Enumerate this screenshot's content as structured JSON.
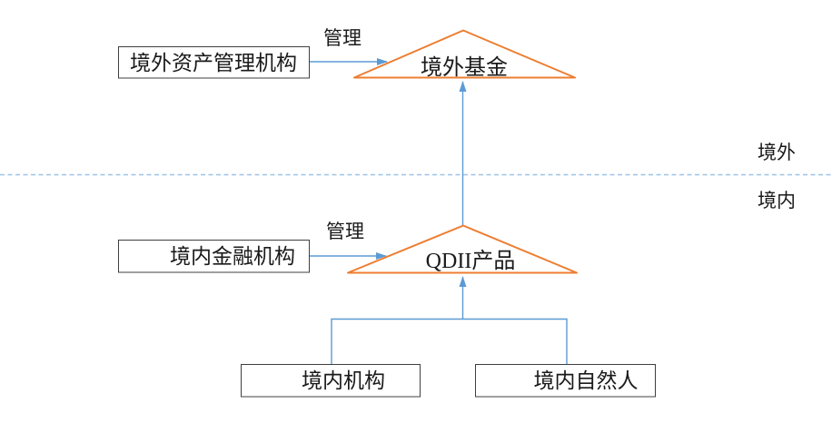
{
  "regions": {
    "offshore": "境外",
    "onshore": "境内"
  },
  "nodes": {
    "offshore_manager": {
      "label": "境外资产管理机构",
      "shape": "rect"
    },
    "offshore_fund": {
      "label": "境外基金",
      "shape": "triangle"
    },
    "domestic_financial": {
      "label": "境内金融机构",
      "shape": "rect"
    },
    "qdii_product": {
      "label": "QDII产品",
      "shape": "triangle"
    },
    "domestic_institution": {
      "label": "境内机构",
      "shape": "rect"
    },
    "domestic_individual": {
      "label": "境内自然人",
      "shape": "rect"
    }
  },
  "edges": {
    "offshore_manage": {
      "label": "管理",
      "from": "offshore_manager",
      "to": "offshore_fund"
    },
    "domestic_manage": {
      "label": "管理",
      "from": "domestic_financial",
      "to": "qdii_product"
    },
    "qdii_to_fund": {
      "label": "",
      "from": "qdii_product",
      "to": "offshore_fund"
    },
    "investors_to_qdii": {
      "label": "",
      "from": "domestic_institution + domestic_individual",
      "to": "qdii_product"
    }
  },
  "colors": {
    "triangle": "#ED7D31",
    "arrow": "#5B9BD5",
    "divider": "#9DC3E6",
    "box_border": "#3F3F3F",
    "text": "#1A1A1A"
  }
}
